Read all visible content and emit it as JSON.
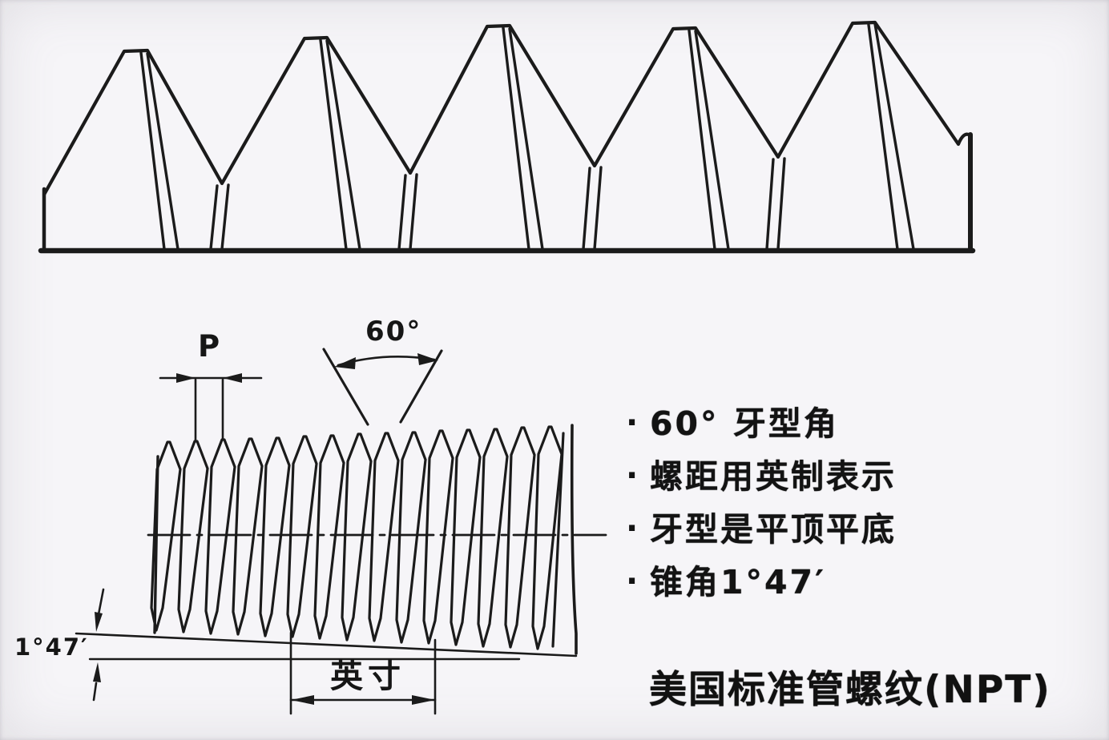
{
  "colors": {
    "ink": "#1b1b1b",
    "background": "#f6f5f8"
  },
  "diagram": {
    "pitch_label": "P",
    "thread_angle_label": "60°",
    "taper_angle_label": "1°47′",
    "axial_unit_label": "英寸"
  },
  "notes": {
    "bullet": "·",
    "items": [
      "60° 牙型角",
      "螺距用英制表示",
      "牙型是平顶平底",
      "锥角1°47′"
    ],
    "title": "美国标准管螺纹(NPT)"
  }
}
